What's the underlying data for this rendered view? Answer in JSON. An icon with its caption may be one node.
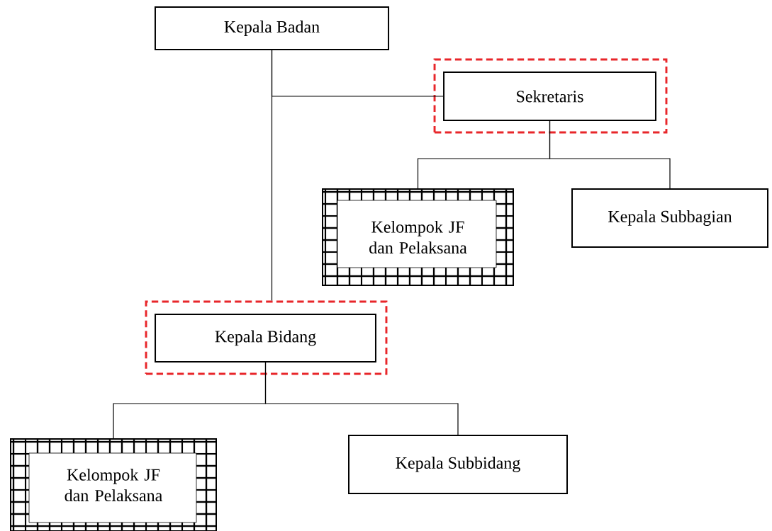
{
  "diagram": {
    "nodes": [
      {
        "text": [
          "Kepala Badan"
        ]
      },
      {
        "text": [],
        "shape": "box"
      },
      {
        "text": [
          "Sekretaris"
        ],
        "in": 1
      },
      {
        "text": [
          "Kelompok JF dan Pelaksana"
        ]
      },
      {
        "text": [
          "Kepala Subbagian"
        ]
      },
      {
        "text": [],
        "shape": "box"
      },
      {
        "text": [
          "Kepala Bidang"
        ],
        "in": 5
      },
      {
        "text": [
          "Kelompok JF dan Pelaksana"
        ]
      },
      {
        "text": [
          "Kepala Subbidang"
        ]
      }
    ],
    "edges": [
      {
        "from": 0,
        "to": 2,
        "arrow": "none"
      },
      {
        "from": 0,
        "to": 5,
        "arrow": "none"
      },
      {
        "from": 2,
        "to": 3,
        "arrow": "none"
      },
      {
        "from": 2,
        "to": 4,
        "arrow": "none"
      },
      {
        "from": 6,
        "to": 7,
        "arrow": "none"
      },
      {
        "from": 6,
        "to": 8,
        "arrow": "none"
      }
    ]
  }
}
